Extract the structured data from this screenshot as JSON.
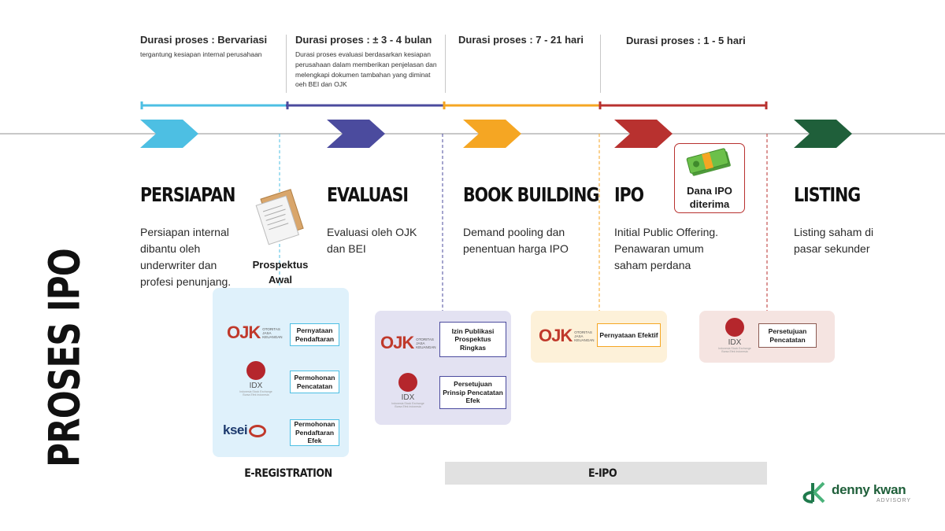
{
  "durations": [
    {
      "title": "Durasi proses : Bervariasi",
      "note": "tergantung kesiapan internal perusahaan"
    },
    {
      "title": "Durasi proses : ± 3 - 4 bulan",
      "note": "Durasi proses evaluasi berdasarkan kesiapan perusahaan dalam memberikan penjelasan dan melengkapi dokumen tambahan yang diminat oeh BEI dan OJK"
    },
    {
      "title": "Durasi proses : 7 - 21 hari",
      "note": ""
    },
    {
      "title": "Durasi proses : 1 - 5 hari",
      "note": ""
    }
  ],
  "colors": {
    "persiapan": "#4dbfe3",
    "evaluasi": "#4b4b9e",
    "book_building": "#f5a623",
    "ipo": "#b8312f",
    "listing": "#1f5f3a",
    "baseline": "#b5b5b5"
  },
  "stages": [
    {
      "title": "PERSIAPAN",
      "desc": "Persiapan internal dibantu oleh underwriter dan profesi penunjang."
    },
    {
      "title": "EVALUASI",
      "desc": "Evaluasi oleh OJK dan BEI"
    },
    {
      "title": "BOOK BUILDING",
      "desc": "Demand pooling dan penentuan harga IPO"
    },
    {
      "title": "IPO",
      "desc": "Initial Public Offering. Penawaran umum saham perdana"
    },
    {
      "title": "LISTING",
      "desc": "Listing saham di pasar sekunder"
    }
  ],
  "prospektus": "Prospektus Awal",
  "dana": "Dana IPO diterima",
  "side_title": "PROSES IPO",
  "logos": {
    "ojk": "OJK",
    "ojk_sub": "OTORITAS JASA KEUANGAN",
    "idx": "IDX",
    "idx_sub": "Indonesia Stock Exchange Bursa Efek Indonesia",
    "ksei": "ksei"
  },
  "groups": {
    "registration": [
      "Pernyataan Pendaftaran",
      "Permohonan Pencatatan",
      "Permohonan Pendaftaran Efek"
    ],
    "evaluasi": [
      "Izin Publikasi Prospektus Ringkas",
      "Persetujuan Prinsip Pencatatan Efek"
    ],
    "ipo": [
      "Pernyataan Efektif"
    ],
    "listing": [
      "Persetujuan Pencatatan"
    ]
  },
  "bottom": {
    "eregistration": "E-REGISTRATION",
    "eipo": "E-IPO"
  },
  "brand": {
    "name": "denny kwan",
    "sub": "ADVISORY"
  }
}
